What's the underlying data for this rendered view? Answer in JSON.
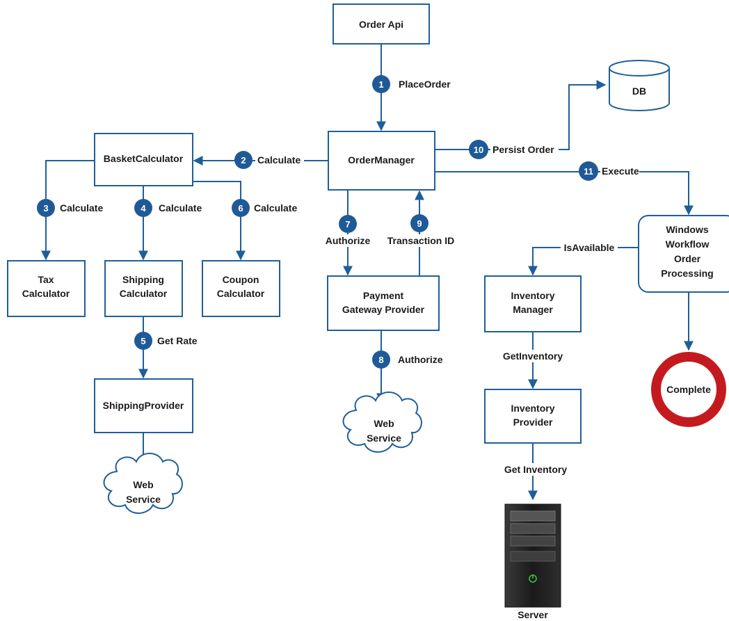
{
  "colors": {
    "line": "#1f5f99",
    "badge": "#1f5a96",
    "complete_ring": "#c41a1f",
    "text": "#1a1a1a"
  },
  "nodes": {
    "order_api": "Order Api",
    "db": "DB",
    "basket_calculator": "BasketCalculator",
    "order_manager": "OrderManager",
    "tax_calculator": [
      "Tax",
      "Calculator"
    ],
    "shipping_calculator": [
      "Shipping",
      "Calculator"
    ],
    "coupon_calculator": [
      "Coupon",
      "Calculator"
    ],
    "payment_gateway": [
      "Payment",
      "Gateway Provider"
    ],
    "windows_workflow": [
      "Windows",
      "Workflow",
      "Order",
      "Processing"
    ],
    "inventory_manager": [
      "Inventory",
      "Manager"
    ],
    "inventory_provider": [
      "Inventory",
      "Provider"
    ],
    "shipping_provider": "ShippingProvider",
    "web_service_shipping": [
      "Web",
      "Service"
    ],
    "web_service_payment": [
      "Web",
      "Service"
    ],
    "complete": "Complete",
    "server": "Server"
  },
  "steps": {
    "s1": {
      "num": "1",
      "label": "PlaceOrder"
    },
    "s2": {
      "num": "2",
      "label": "Calculate"
    },
    "s3": {
      "num": "3",
      "label": "Calculate"
    },
    "s4": {
      "num": "4",
      "label": "Calculate"
    },
    "s5": {
      "num": "5",
      "label": "Get Rate"
    },
    "s6": {
      "num": "6",
      "label": "Calculate"
    },
    "s7": {
      "num": "7",
      "label": "Authorize"
    },
    "s8": {
      "num": "8",
      "label": "Authorize"
    },
    "s9": {
      "num": "9",
      "label": "Transaction ID"
    },
    "s10": {
      "num": "10",
      "label": "Persist Order"
    },
    "s11": {
      "num": "11",
      "label": "Execute"
    }
  },
  "edge_labels": {
    "is_available": "IsAvailable",
    "get_inventory_1": "GetInventory",
    "get_inventory_2": "Get Inventory"
  }
}
